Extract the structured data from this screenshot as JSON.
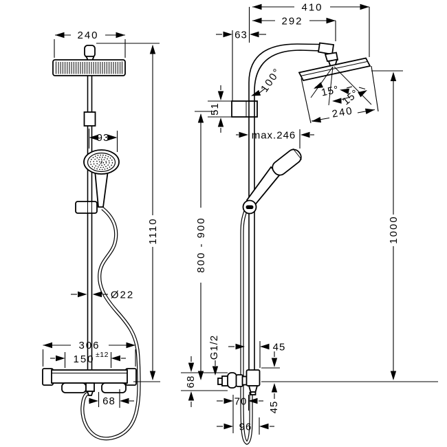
{
  "drawing_type": "shower-system-technical-drawing",
  "front_view": {
    "head_width": "240",
    "hand_shower_width": "93",
    "total_height": "1110",
    "pipe_diameter": "Ø22",
    "valve_width": "306",
    "connection_spacing": "150",
    "connection_tolerance": "±12",
    "outlet_spacing": "68"
  },
  "side_view": {
    "overall_reach": "410",
    "arm_reach": "292",
    "wall_offset": "63",
    "bracket_height": "51",
    "arm_angle": "100°",
    "head_tilt_left": "15°",
    "head_tilt_right": "15°",
    "head_depth": "240",
    "max_projection": "max.246",
    "bar_adjust_range": "800 - 900",
    "hose_drop": "1000",
    "thread_size": "G1/2",
    "outlet_horizontal_offset": "45",
    "outlet_vertical_offset": "45",
    "valve_vertical_offset": "68",
    "hose_clearance": "70",
    "hose_loop_width": "96"
  },
  "colors": {
    "line": "#000000",
    "background": "#ffffff"
  }
}
